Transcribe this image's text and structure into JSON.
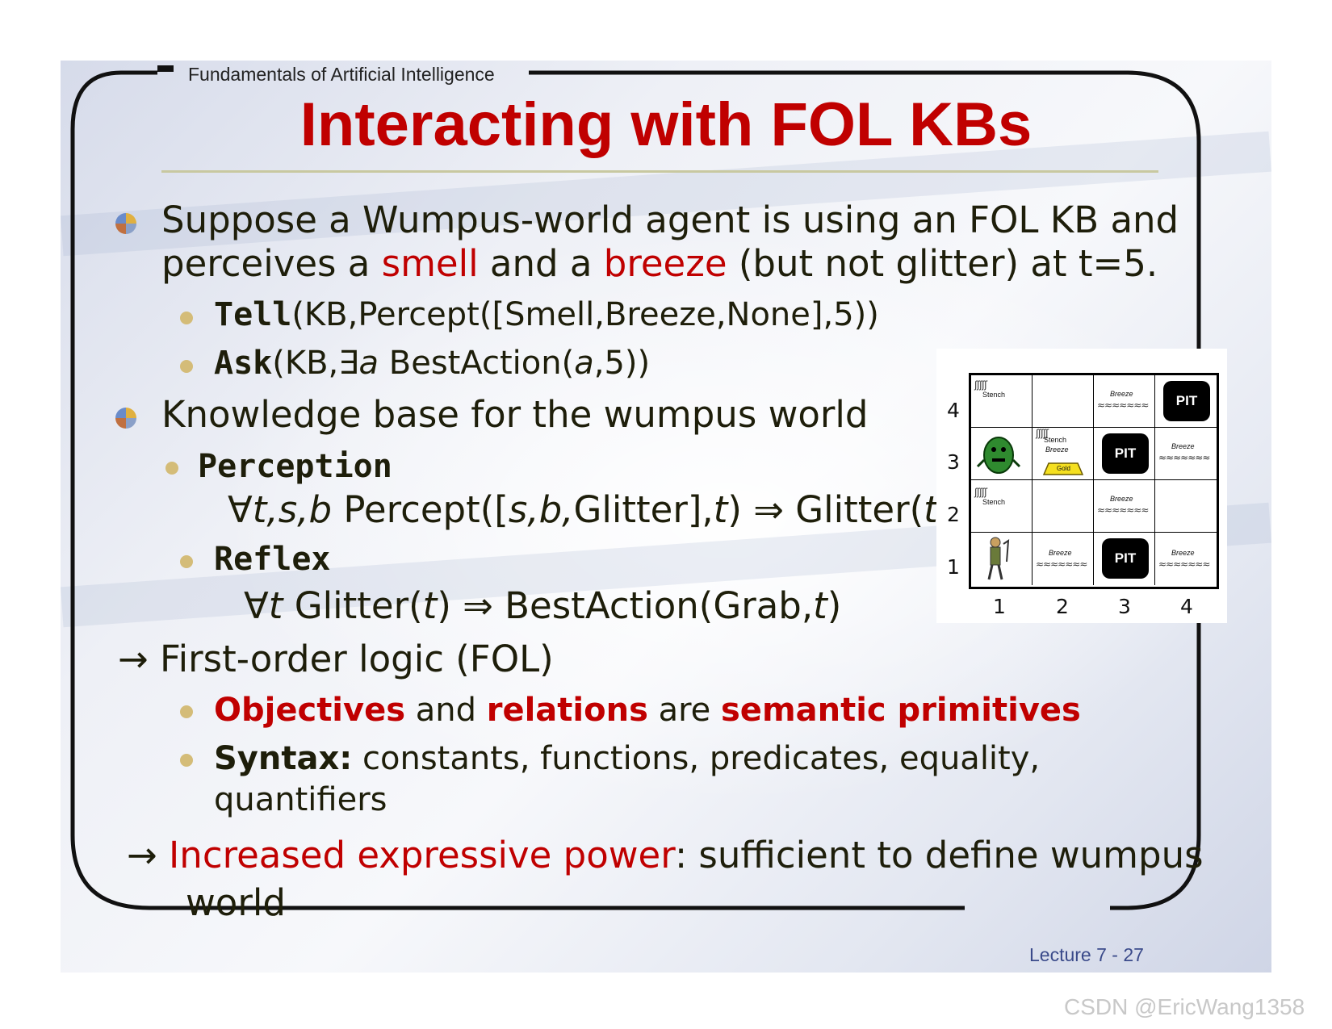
{
  "header": {
    "course": "Fundamentals  of Artificial Intelligence"
  },
  "title": "Interacting with FOL KBs",
  "bullet1": {
    "line1": "Suppose a Wumpus-world agent is using an FOL KB and",
    "line2_pre": "perceives a ",
    "smell": "smell",
    "line2_mid": " and a ",
    "breeze": "breeze",
    "line2_post": " (but not glitter) at t=5.",
    "tell_kw": "Tell",
    "tell_rest": "(KB,Percept([Smell,Breeze,None],5))",
    "ask_kw": "Ask",
    "ask_a": "(KB,",
    "ask_exists": "∃a",
    "ask_b": " BestAction(",
    "ask_var": "a",
    "ask_c": ",5))"
  },
  "bullet2": {
    "text": "Knowledge base for the wumpus world",
    "perception_kw": "Perception",
    "perception_q": "∀t,s,b",
    "perception_a": " Percept([",
    "perception_sb": "s,b,",
    "perception_b": "Glitter],",
    "perception_t1": "t",
    "perception_c": ") ⇒ Glitter(",
    "perception_t2": "t",
    "perception_d": ")",
    "reflex_kw": "Reflex",
    "reflex_q": "∀t",
    "reflex_a": " Glitter(",
    "reflex_t1": "t",
    "reflex_b": ") ⇒ BestAction(Grab,",
    "reflex_t2": "t",
    "reflex_c": ")"
  },
  "fol": {
    "arrow": "→",
    "heading": "First-order logic (FOL)",
    "s1_a": "Objectives",
    "s1_b": " and ",
    "s1_c": "relations",
    "s1_d": " are ",
    "s1_e": "semantic primitives",
    "s2_a": "Syntax:",
    "s2_b": " constants, functions, predicates, equality,",
    "s2_c": "quantifiers",
    "power_a": "Increased expressive power",
    "power_b": ": sufficient to define wumpus",
    "power_c": "world"
  },
  "wumpus": {
    "row_labels": [
      "4",
      "3",
      "2",
      "1"
    ],
    "col_labels": [
      "1",
      "2",
      "3",
      "4"
    ],
    "pit_label": "PIT",
    "stench": "Stench",
    "breeze": "Breeze",
    "gold": "Gold"
  },
  "footer": {
    "lecture": "Lecture 7 - 27"
  },
  "watermark": "CSDN @EricWang1358"
}
